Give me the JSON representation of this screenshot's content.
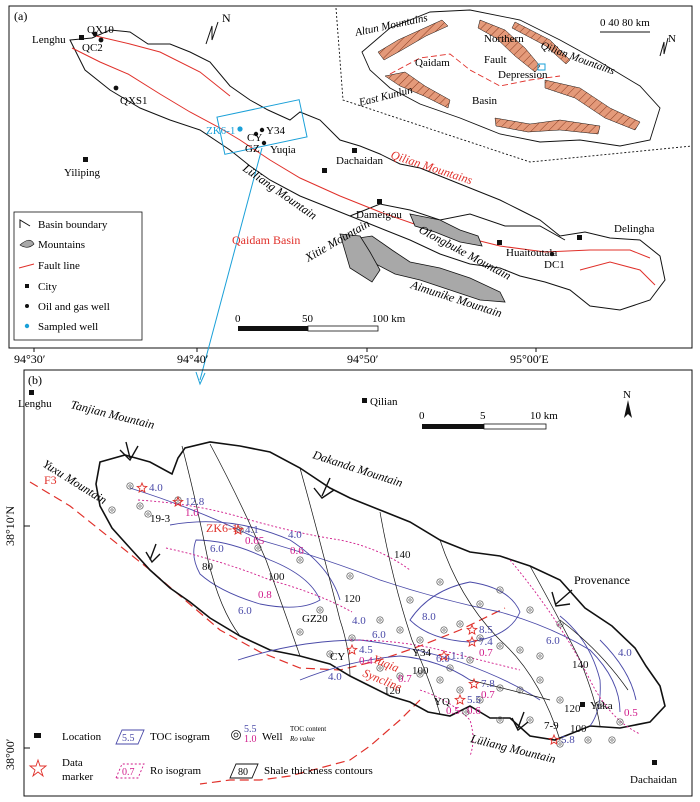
{
  "panel_a": {
    "label": "(a)",
    "places": {
      "lenghu": "Lenghu",
      "qx10": "QX10",
      "qc2": "QC2",
      "qxs1": "QXS1",
      "yiliping": "Yiliping",
      "zk6": "ZK6-1",
      "cy": "CY",
      "y34": "Y34",
      "gz": "GZ",
      "yuqia": "Yuqia",
      "dachaidan": "Dachaidan",
      "dameigou": "Dameigou",
      "delingha": "Delingha",
      "huaitoutala": "Huaitoutala",
      "dc1": "DC1"
    },
    "regions": {
      "qilian": "Qilian Mountains",
      "luliang": "Lüliang Mountain",
      "qaidam_basin": "Qaidam Basin",
      "xitie": "Xitie Mountain",
      "olongbuke": "Olongbuke Mountain",
      "aimunike": "Aimunike Mountain"
    },
    "scale": {
      "t0": "0",
      "t50": "50",
      "t100": "100 km"
    },
    "north": "N",
    "legend": [
      "Basin boundary",
      "Mountains",
      "Fault line",
      "City",
      "Oil and gas well",
      "Sampled well"
    ],
    "inset": {
      "altun": "Altun Mountains",
      "northern": "Northern",
      "fault": "Fault",
      "depression": "Depression",
      "qaidam": "Qaidam",
      "basin": "Basin",
      "qilian": "Qilian Mountains",
      "east_kunlun": "East Kunlun",
      "scale": "0  40 80 km",
      "north": "N"
    },
    "longitudes": [
      "94°30′",
      "94°40′",
      "94°50′",
      "95°00′E"
    ]
  },
  "panel_b": {
    "label": "(b)",
    "places": {
      "lenghu": "Lenghu",
      "qilian": "Qilian",
      "dachaidan": "Dachaidan",
      "yuka": "Yuka",
      "zk6": "ZK6-1",
      "w19": "19-3",
      "gz20": "GZ20",
      "cy": "CY",
      "y34": "Y34",
      "yq": "YQ",
      "w79": "7-9"
    },
    "regions": {
      "tanjian": "Tanjian Mountain",
      "yuxu": "Yuxu Mountain",
      "dakanda": "Dakanda Mountain",
      "provenance": "Provenance",
      "luliang": "Lüliang Mountain",
      "yuqia_syncline_1": "Yuqia",
      "yuqia_syncline_2": "Syncline",
      "f3": "F3"
    },
    "scale": {
      "t0": "0",
      "t5": "5",
      "t10": "10 km"
    },
    "north": "N",
    "latitudes": [
      "38°10′N",
      "38°00′"
    ],
    "toc_labels": [
      "4.0",
      "6.0",
      "6.0",
      "4.0",
      "6.0",
      "8.0",
      "6.0",
      "4.0",
      "4.0",
      "6.0"
    ],
    "ro_labels": [
      "0.6",
      "0.8",
      "0.7",
      "0.5",
      "0.5"
    ],
    "thick_labels": [
      "80",
      "100",
      "120",
      "140",
      "100",
      "120",
      "120",
      "140",
      "100"
    ],
    "data_markers": [
      {
        "toc": "4.0",
        "ro": ""
      },
      {
        "toc": "12.8",
        "ro": "1.0"
      },
      {
        "toc": "4.1",
        "ro": "0.65"
      },
      {
        "toc": "8.5",
        "ro": ""
      },
      {
        "toc": "7.4",
        "ro": "0.7"
      },
      {
        "toc": "4.5",
        "ro": "0.4"
      },
      {
        "toc": "7.8",
        "ro": "0.7"
      },
      {
        "toc": "5.5",
        "ro": "0.6"
      },
      {
        "toc": "5.8",
        "ro": ""
      },
      {
        "toc": "1.1",
        "ro": ""
      }
    ],
    "legend": {
      "location": "Location",
      "toc": "TOC  isogram",
      "toc_sample": "5.5",
      "well": "Well",
      "well_toc": "TOC content",
      "well_ro": "Ro value",
      "well_sample_top": "5.5",
      "well_sample_bot": "1.0",
      "data_marker_1": "Data",
      "data_marker_2": "marker",
      "ro": "Ro isogram",
      "ro_sample": "0.7",
      "thick": "Shale thickness contours",
      "thick_sample": "80"
    }
  },
  "colors": {
    "fault": "#e0302a",
    "toc": "#4a4aa8",
    "ro": "#d01a8a",
    "sampled": "#1aa0d8",
    "mountain": "#a8a8a8",
    "hatch": "#e49a7a"
  }
}
